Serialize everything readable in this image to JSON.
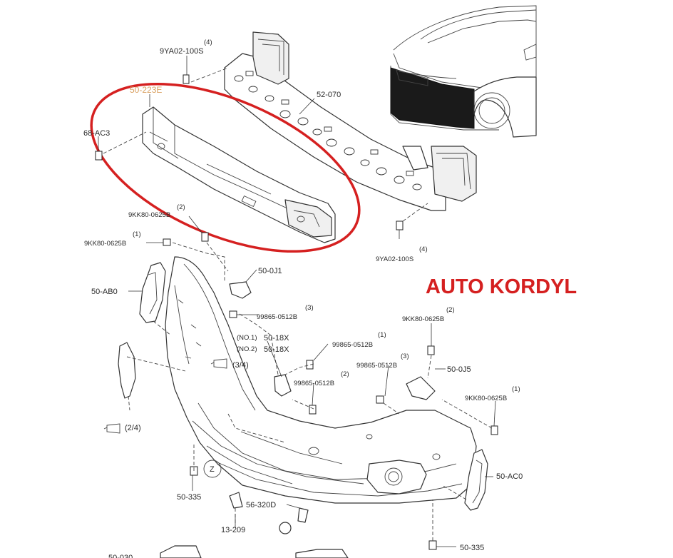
{
  "watermark": "AUTO KORDYL",
  "highlight_color": "#d52020",
  "labels": {
    "p_9ya02_top_qty": "(4)",
    "p_9ya02_top": "9YA02-100S",
    "p_50_223e": "50-223E",
    "p_52_070": "52-070",
    "p_68_ac3": "68-AC3",
    "p_9kk80_b_qty": "(2)",
    "p_9kk80_b": "9KK80-0625B",
    "p_9kk80_a_qty": "(1)",
    "p_9kk80_a": "9KK80-0625B",
    "p_9ya02_bot_qty": "(4)",
    "p_9ya02_bot": "9YA02-100S",
    "p_50_0j1": "50-0J1",
    "p_50_ab0": "50-AB0",
    "p_99865_a_qty": "(3)",
    "p_99865_a": "99865-0512B",
    "p_no1": "(NO.1)",
    "p_50_18x_1": "50-18X",
    "p_no2": "(NO.2)",
    "p_50_18x_2": "50-18X",
    "p_99865_b_qty": "(1)",
    "p_99865_b": "99865-0512B",
    "p_3_4": "(3/4)",
    "p_9kk80_c_qty": "(2)",
    "p_9kk80_c": "9KK80-0625B",
    "p_99865_c_qty": "(3)",
    "p_99865_c": "99865-0512B",
    "p_50_0j5": "50-0J5",
    "p_99865_d_qty": "(2)",
    "p_99865_d": "99865-0512B",
    "p_9kk80_d_qty": "(1)",
    "p_9kk80_d": "9KK80-0625B",
    "p_2_4": "(2/4)",
    "p_z": "Z",
    "p_50_335_a": "50-335",
    "p_56_320d": "56-320D",
    "p_50_ac0": "50-AC0",
    "p_13_209": "13-209",
    "p_50_335_b": "50-335",
    "p_50_030": "50-030"
  }
}
